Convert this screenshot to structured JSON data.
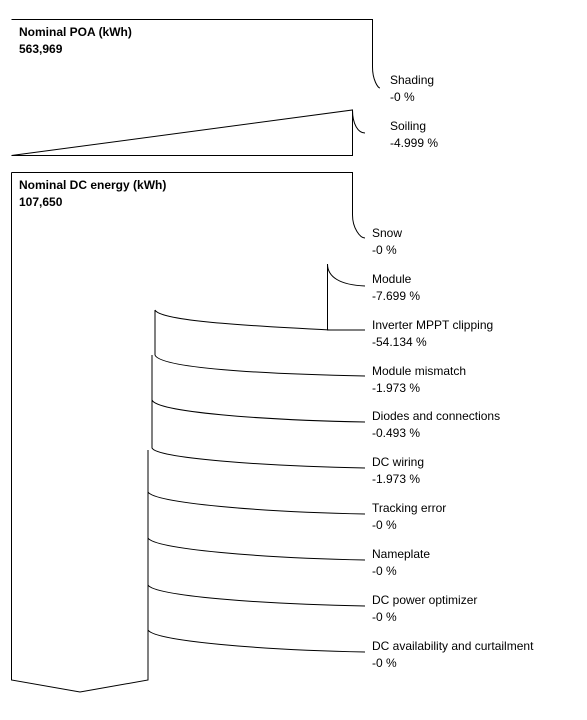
{
  "poa_box": {
    "title": "Nominal POA (kWh)",
    "value": "563,969"
  },
  "poa_losses": [
    {
      "name": "Shading",
      "value": "-0 %"
    },
    {
      "name": "Soiling",
      "value": "-4.999 %"
    }
  ],
  "dc_box": {
    "title": "Nominal DC energy (kWh)",
    "value": "107,650"
  },
  "dc_losses": [
    {
      "name": "Snow",
      "value": "-0 %"
    },
    {
      "name": "Module",
      "value": "-7.699 %"
    },
    {
      "name": "Inverter MPPT clipping",
      "value": "-54.134 %"
    },
    {
      "name": "Module mismatch",
      "value": "-1.973 %"
    },
    {
      "name": "Diodes and connections",
      "value": "-0.493 %"
    },
    {
      "name": "DC wiring",
      "value": "-1.973 %"
    },
    {
      "name": "Tracking error",
      "value": "-0 %"
    },
    {
      "name": "Nameplate",
      "value": "-0 %"
    },
    {
      "name": "DC power optimizer",
      "value": "-0 %"
    },
    {
      "name": "DC availability and curtailment",
      "value": "-0 %"
    }
  ]
}
